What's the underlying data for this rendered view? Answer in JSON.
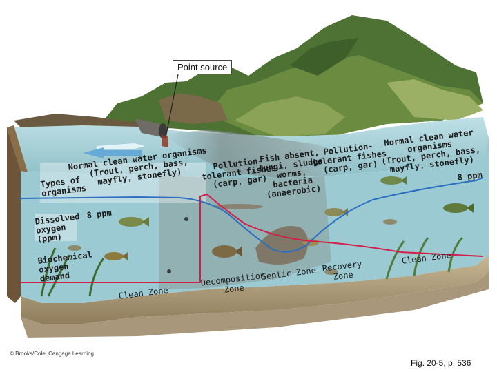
{
  "callout": "Point source",
  "left_labels": {
    "types_of_organisms": "Types of\norganisms",
    "dissolved_oxygen": "Dissolved\noxygen\n(ppm)",
    "bod": "Biochemical\noxygen\ndemand",
    "do_value_left": "8 ppm",
    "do_value_right": "8 ppm"
  },
  "organism_groups": {
    "normal_left": "Normal clean water organisms\n(Trout, perch, bass,\nmayfly, stonefly)",
    "pollution_tolerant_left": "Pollution-\ntolerant fishes\n(carp, gar)",
    "fish_absent": "Fish absent,\nfungi, sludge\nworms,\nbacteria\n(anaerobic)",
    "pollution_tolerant_right": "Pollution-\ntolerant fishes\n(carp, gar)",
    "normal_right": "Normal clean water organisms\n(Trout, perch, bass,\nmayfly, stonefly)"
  },
  "zones": {
    "clean_left": "Clean Zone",
    "decomposition": "Decomposition\nZone",
    "septic": "Septic Zone",
    "recovery": "Recovery\nZone",
    "clean_right": "Clean Zone"
  },
  "credit": "© Brooks/Cole, Cengage Learning",
  "figure_ref": "Fig. 20-5, p. 536",
  "colors": {
    "dissolved_oxygen_line": "#2a6fc0",
    "bod_line": "#d21f4a",
    "water": "#a9d3dc",
    "riverbed": "#b7a88a",
    "forest": "#4f7a3a"
  }
}
